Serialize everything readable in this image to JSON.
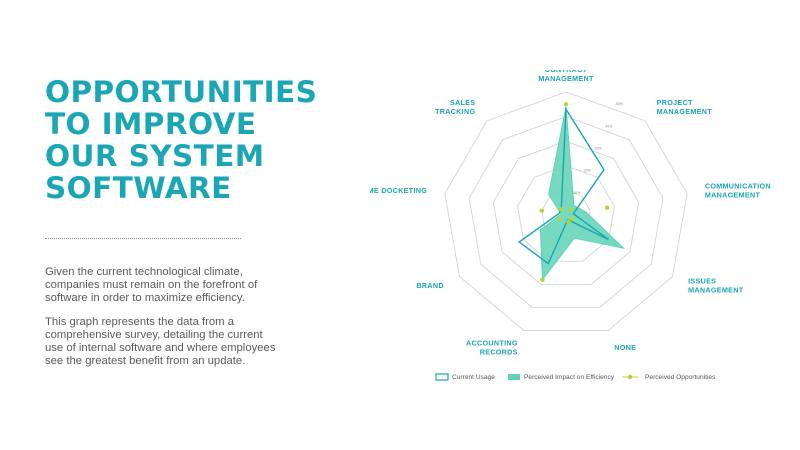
{
  "title_lines": [
    "OPPORTUNITIES",
    "TO IMPROVE",
    "OUR SYSTEM",
    "SOFTWARE"
  ],
  "paragraph1_lines": [
    "Given the current technological climate,",
    "companies must remain on the forefront of",
    "software in order to maximize efficiency."
  ],
  "paragraph2_lines": [
    "This graph represents the data from a",
    "comprehensive survey, detailing the current",
    "use of internal software and where employees",
    "see the greatest benefit from an update."
  ],
  "colors": {
    "accent": "#1aa6b4",
    "fill": "#5fd3b5",
    "line": "#1aa6b4",
    "opportunity": "#b5d33a",
    "grid": "#cfcfcf"
  },
  "chart_data": {
    "type": "radar",
    "axes": [
      [
        "CONTRACT",
        "MANAGEMENT"
      ],
      [
        "PROJECT",
        "MANAGEMENT"
      ],
      [
        "COMMUNICATION",
        "MANAGEMENT"
      ],
      [
        "ISSUES",
        "MANAGEMENT"
      ],
      [
        "NONE"
      ],
      [
        "ACCOUNTING",
        "RECORDS"
      ],
      [
        "BRAND"
      ],
      [
        "TIME DOCKETING"
      ],
      [
        "SALES",
        "TRACKING"
      ]
    ],
    "ring_labels": [
      "10%",
      "20%",
      "30%",
      "40%",
      "50%"
    ],
    "max": 50,
    "grid": true,
    "legend_position": "bottom",
    "series": [
      {
        "name": "Current Usage",
        "style": "outline",
        "values": [
          43,
          24,
          3,
          20,
          2,
          21,
          22,
          3,
          3
        ]
      },
      {
        "name": "Perceived Impact on Efficiency",
        "style": "area",
        "values": [
          44,
          5,
          8,
          27,
          10,
          28,
          12,
          2,
          11
        ]
      },
      {
        "name": "Perceived Opportunities",
        "style": "points",
        "values": [
          45,
          3,
          17,
          3,
          3,
          28,
          3,
          10,
          3
        ]
      }
    ]
  }
}
